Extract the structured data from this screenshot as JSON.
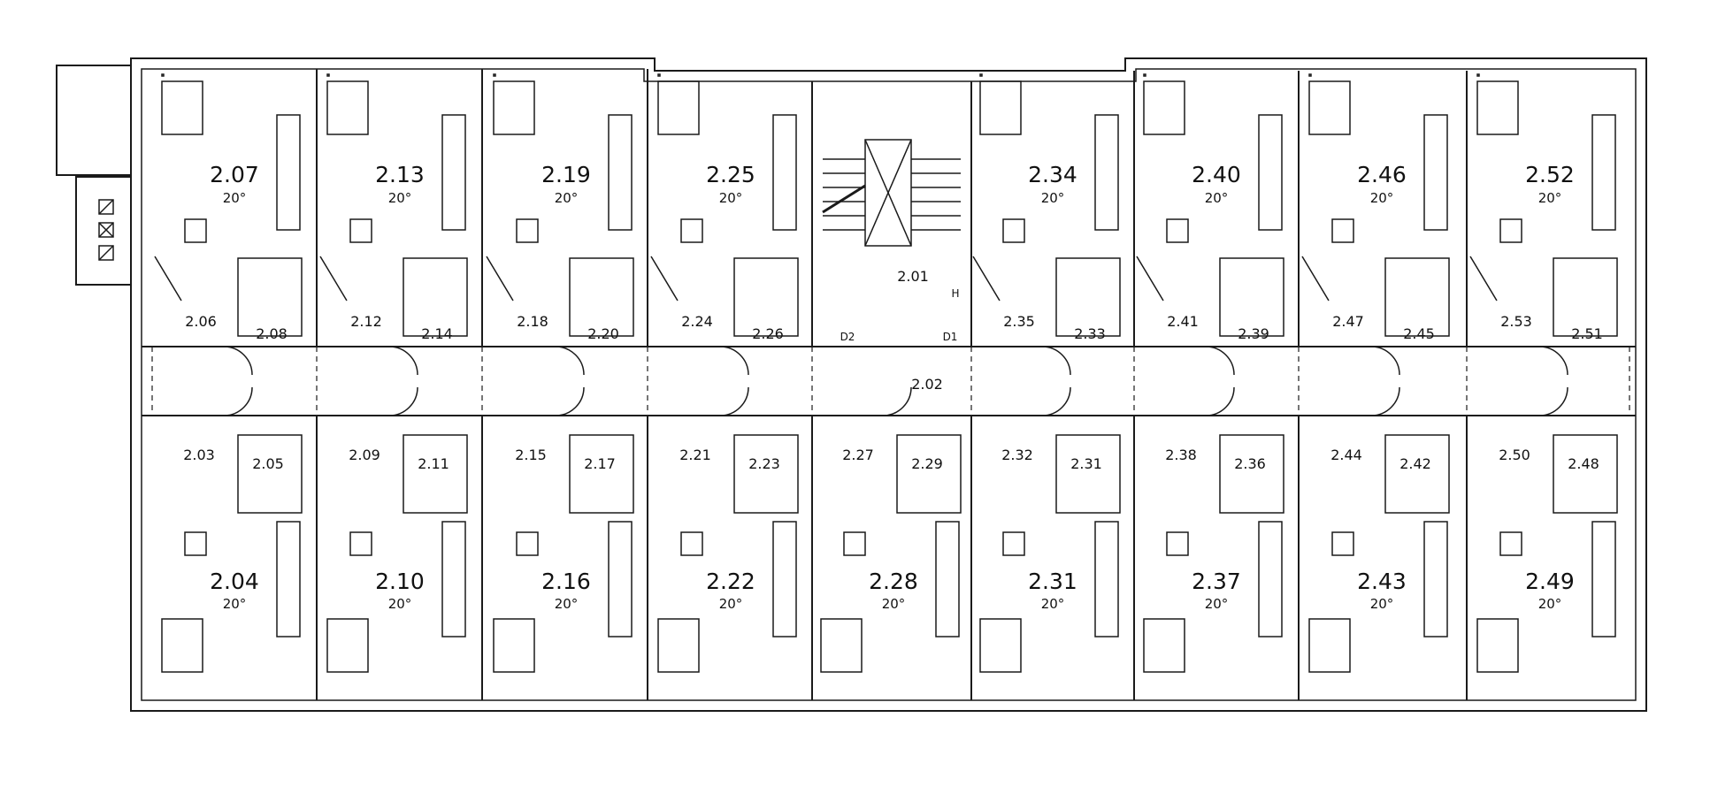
{
  "colors": {
    "line": "#1a1a1a",
    "background": "#ffffff"
  },
  "icons": {
    "legend": [
      "box-diagonal-icon",
      "box-cross-icon",
      "box-diagonal-icon"
    ]
  },
  "rooms_top": [
    {
      "num": "2.07",
      "temp": "20°",
      "lower_left": "2.06",
      "bath": "2.08"
    },
    {
      "num": "2.13",
      "temp": "20°",
      "lower_left": "2.12",
      "bath": "2.14"
    },
    {
      "num": "2.19",
      "temp": "20°",
      "lower_left": "2.18",
      "bath": "2.20"
    },
    {
      "num": "2.25",
      "temp": "20°",
      "lower_left": "2.24",
      "bath": "2.26"
    },
    {
      "num": "2.34",
      "temp": "20°",
      "lower_left": "2.35",
      "bath": "2.33"
    },
    {
      "num": "2.40",
      "temp": "20°",
      "lower_left": "2.41",
      "bath": "2.39"
    },
    {
      "num": "2.46",
      "temp": "20°",
      "lower_left": "2.47",
      "bath": "2.45"
    },
    {
      "num": "2.52",
      "temp": "20°",
      "lower_left": "2.53",
      "bath": "2.51"
    }
  ],
  "rooms_bottom": [
    {
      "num": "2.04",
      "temp": "20°",
      "upper_left": "2.03",
      "bath": "2.05"
    },
    {
      "num": "2.10",
      "temp": "20°",
      "upper_left": "2.09",
      "bath": "2.11"
    },
    {
      "num": "2.16",
      "temp": "20°",
      "upper_left": "2.15",
      "bath": "2.17"
    },
    {
      "num": "2.22",
      "temp": "20°",
      "upper_left": "2.21",
      "bath": "2.23"
    },
    {
      "num": "2.28",
      "temp": "20°",
      "upper_left": "2.27",
      "bath": "2.29"
    },
    {
      "num": "2.31",
      "temp": "20°",
      "upper_left": "2.32",
      "bath": "2.31"
    },
    {
      "num": "2.37",
      "temp": "20°",
      "upper_left": "2.38",
      "bath": "2.36"
    },
    {
      "num": "2.43",
      "temp": "20°",
      "upper_left": "2.44",
      "bath": "2.42"
    },
    {
      "num": "2.49",
      "temp": "20°",
      "upper_left": "2.50",
      "bath": "2.48"
    }
  ],
  "stair": {
    "label": "2.01",
    "d2": "D2",
    "d1": "D1",
    "h": "H"
  },
  "corridor": {
    "label": "2.02"
  }
}
